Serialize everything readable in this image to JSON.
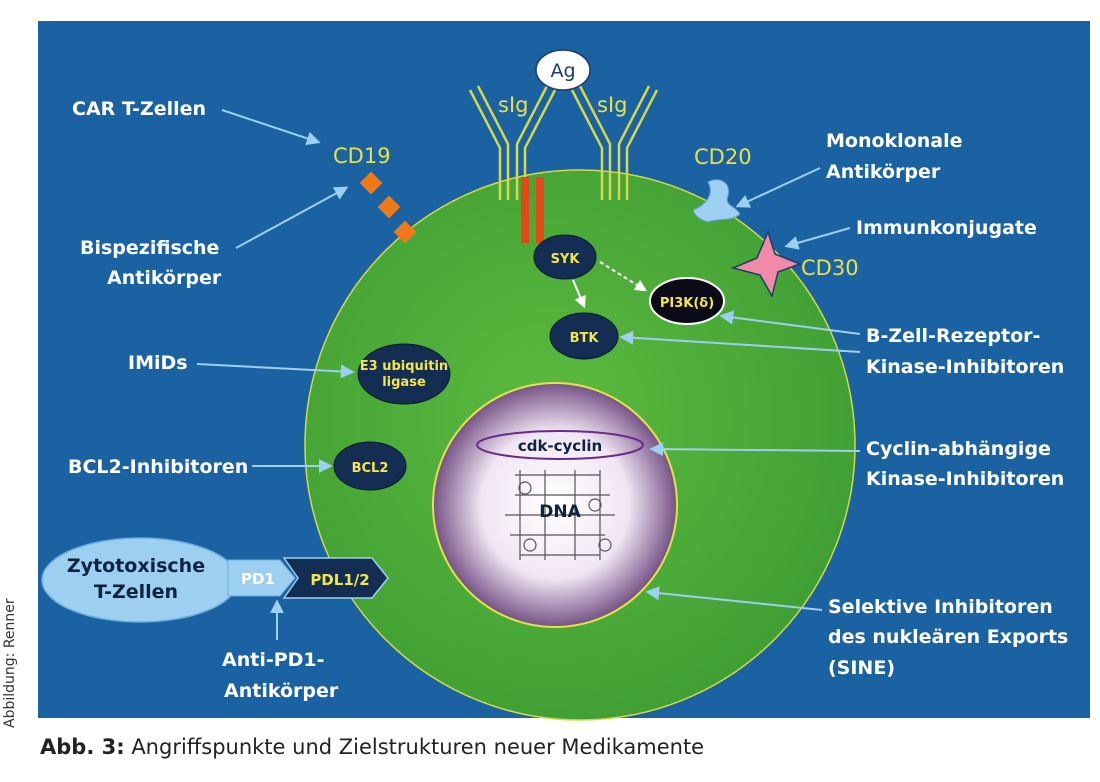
{
  "figure": {
    "antigen": "Ag",
    "receptors": {
      "left": "sIg",
      "right": "sIg"
    },
    "markers": {
      "cd19": "CD19",
      "cd20": "CD20",
      "cd30": "CD30"
    },
    "nodes": {
      "syk": "SYK",
      "pi3k": "PI3K(δ)",
      "btk": "BTK",
      "e3_line1": "E3 ubiquitin",
      "e3_line2": "ligase",
      "bcl2": "BCL2",
      "cdk_cyclin": "cdk-cyclin",
      "dna": "DNA",
      "pd1": "PD1",
      "pdl": "PDL1/2"
    },
    "tcell": {
      "line1": "Zytotoxische",
      "line2": "T-Zellen"
    },
    "labels": {
      "car_t": "CAR T-Zellen",
      "bispez_1": "Bispezifische",
      "bispez_2": "Antikörper",
      "imids": "IMiDs",
      "bcl2_inh": "BCL2-Inhibitoren",
      "anti_pd1_1": "Anti-PD1-",
      "anti_pd1_2": "Antikörper",
      "mono_1": "Monoklonale",
      "mono_2": "Antikörper",
      "immunkonj": "Immunkonjugate",
      "bcr_1": "B-Zell-Rezeptor-",
      "bcr_2": "Kinase-Inhibitoren",
      "cdk_1": "Cyclin-abhängige",
      "cdk_2": "Kinase-Inhibitoren",
      "sine_1": "Selektive Inhibitoren",
      "sine_2": "des nukleären Exports",
      "sine_3": "(SINE)"
    },
    "colors": {
      "background": "#1b62a2",
      "cell": "#4aa83a",
      "membrane": "#d4d84a",
      "node": "#132e52",
      "arrow": "#9ccff0",
      "receptor": "#d4d84a",
      "cd19_marker": "#f07a1a",
      "cd30_star": "#f08aa8",
      "kinase_bar": "#e04a18"
    }
  },
  "caption": {
    "prefix": "Abb. 3:",
    "text": "Angriffspunkte und Zielstrukturen neuer Medikamente"
  },
  "credit": "Abbildung: Renner"
}
